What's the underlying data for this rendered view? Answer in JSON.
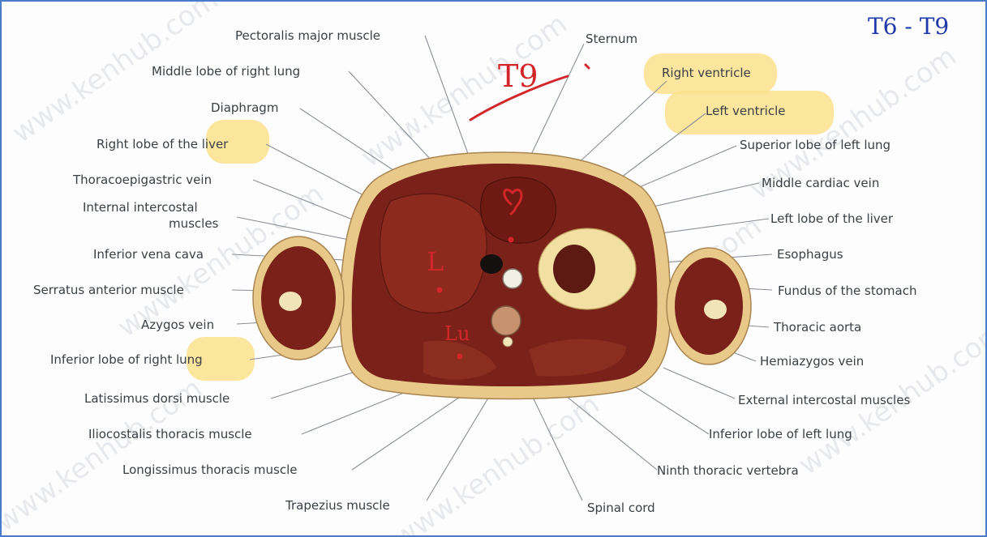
{
  "labels_left": [
    "Pectoralis major muscle",
    "Middle lobe of right lung",
    "Diaphragm",
    "Right lobe of the liver",
    "Thoracoepigastric vein",
    "Internal intercostal",
    "muscles",
    "Inferior vena cava",
    "Serratus anterior muscle",
    "Azygos vein",
    "Inferior lobe of right lung",
    "Latissimus dorsi muscle",
    "Iliocostalis thoracis muscle",
    "Longissimus thoracis muscle",
    "Trapezius muscle"
  ],
  "labels_right": [
    "Sternum",
    "Right ventricle",
    "Left ventricle",
    "Superior lobe of left lung",
    "Middle cardiac vein",
    "Left lobe of the liver",
    "Esophagus",
    "Fundus of the stomach",
    "Thoracic aorta",
    "Hemiazygos vein",
    "External intercostal muscles",
    "Inferior lobe of left lung",
    "Ninth thoracic vertebra",
    "Spinal cord"
  ],
  "watermark": "www.kenhub.com",
  "annotations": {
    "level": "T9",
    "range": "T6 - T9",
    "liver_mark": "L",
    "lung_mark": "Lu"
  },
  "colors": {
    "highlight": "#fbe08c",
    "ink_red": "#d3262a",
    "ink_blue": "#1f3aa8",
    "frame": "#4a7bc8"
  }
}
